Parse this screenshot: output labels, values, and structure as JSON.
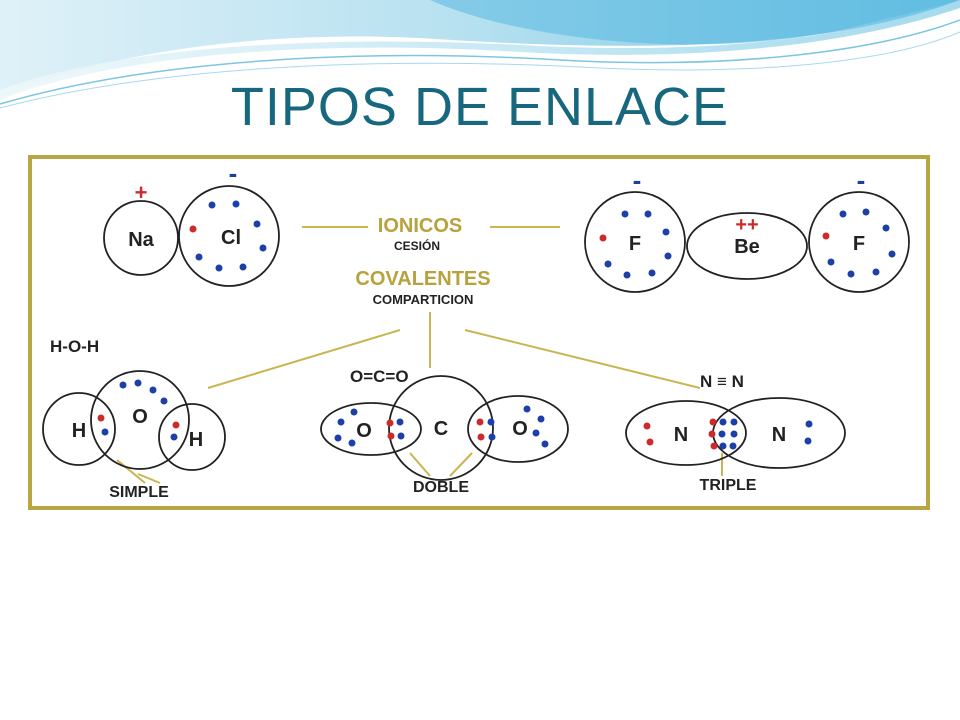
{
  "slide": {
    "title": "TIPOS DE ENLACE"
  },
  "colors": {
    "title": "#17677e",
    "frame": "#b8a642",
    "connector": "#c9b552",
    "ionic_label": "#b7a23e",
    "electron_red": "#cc2b2b",
    "electron_blue": "#1d3fa8",
    "charge": "#1c3f9d"
  },
  "diagram": {
    "center": {
      "ionic": "IONICOS",
      "ionic_sub": "CESIÓN",
      "covalent": "COVALENTES",
      "covalent_sub": "COMPARTICION"
    },
    "ionic_left": {
      "cation": "Na",
      "cation_charge": "+",
      "anion": "Cl",
      "anion_charge": "-"
    },
    "ionic_right": {
      "anion1": "F",
      "anion1_charge": "-",
      "cation": "Be",
      "cation_charge": "++",
      "anion2": "F",
      "anion2_charge": "-"
    },
    "water": {
      "formula": "H-O-H",
      "h1": "H",
      "o": "O",
      "h2": "H",
      "bond": "SIMPLE"
    },
    "co2": {
      "formula": "O=C=O",
      "o1": "O",
      "c": "C",
      "o2": "O",
      "bond": "DOBLE"
    },
    "n2": {
      "formula": "N ≡ N",
      "n1": "N",
      "n2": "N",
      "bond": "TRIPLE"
    }
  }
}
